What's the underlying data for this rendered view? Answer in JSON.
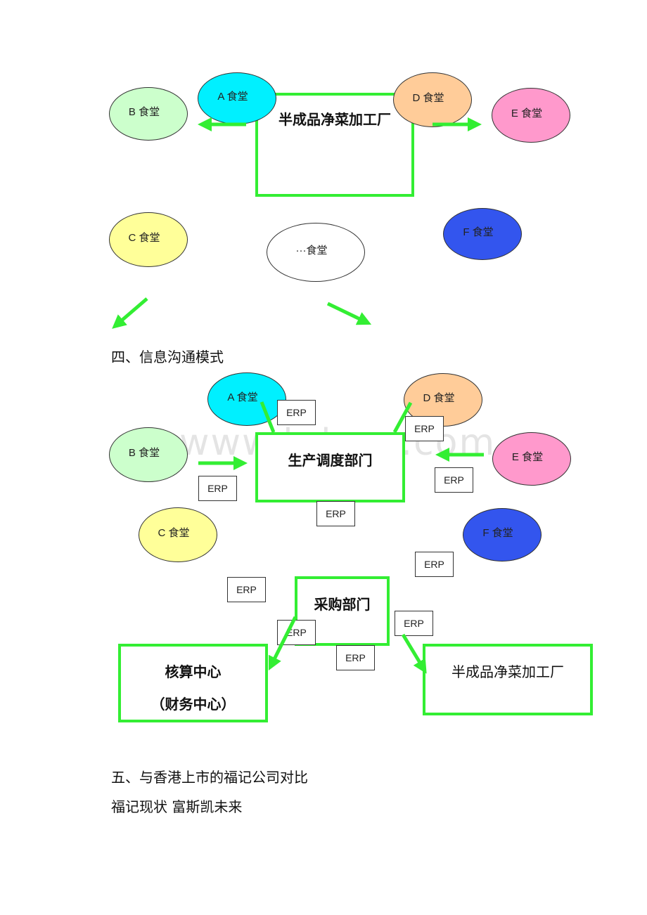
{
  "diagram1": {
    "factory_label": "半成品净菜加工厂",
    "canteens": {
      "a": "A 食堂",
      "b": "B 食堂",
      "c": "C 食堂",
      "d": "D 食堂",
      "e": "E 食堂",
      "f": "F 食堂",
      "other": "···食堂"
    }
  },
  "section4_heading": "四、信息沟通模式",
  "diagram2": {
    "dispatch_label": "生产调度部门",
    "purchase_label": "采购部门",
    "accounting_line1": "核算中心",
    "accounting_line2": "（财务中心）",
    "factory_label": "半成品净菜加工厂",
    "erp_label": "ERP",
    "canteens": {
      "a": "A 食堂",
      "b": "B 食堂",
      "c": "C 食堂",
      "d": "D 食堂",
      "e": "E 食堂",
      "f": "F 食堂"
    }
  },
  "watermark": "www.bdocx.com",
  "section5_heading": "五、与香港上市的福记公司对比",
  "comparison_line": "福记现状 富斯凯未来",
  "colors": {
    "arrow_green": "#33ee33",
    "canteen_a": "#00f0ff",
    "canteen_b": "#ccffcc",
    "canteen_c": "#ffff99",
    "canteen_d": "#ffcc99",
    "canteen_e": "#ff99cc",
    "canteen_f": "#3355ee"
  }
}
